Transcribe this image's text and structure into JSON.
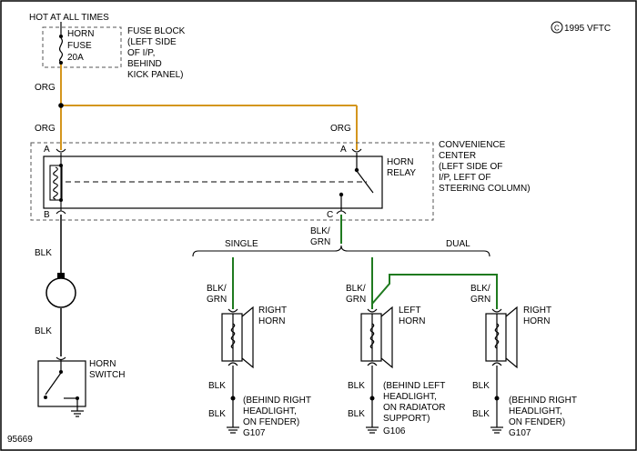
{
  "header": {
    "hot": "HOT AT ALL TIMES",
    "copyright": "1995 VFTC"
  },
  "fuse": {
    "name": "HORN",
    "type": "FUSE",
    "rating": "20A"
  },
  "fuse_block": {
    "lines": [
      "FUSE BLOCK",
      "(LEFT SIDE",
      "OF I/P,",
      "BEHIND",
      "KICK PANEL)"
    ]
  },
  "wires": {
    "org": "ORG",
    "blk": "BLK",
    "blk_grn_a": "BLK/",
    "blk_grn_b": "GRN"
  },
  "convenience_center": {
    "lines": [
      "CONVENIENCE",
      "CENTER",
      "(LEFT SIDE OF",
      "I/P, LEFT OF",
      "STEERING COLUMN)"
    ]
  },
  "relay": {
    "lines": [
      "HORN",
      "RELAY"
    ]
  },
  "pins": {
    "a": "A",
    "b": "B",
    "c": "C"
  },
  "branches": {
    "single": "SINGLE",
    "dual": "DUAL"
  },
  "horn_switch": {
    "lines": [
      "HORN",
      "SWITCH"
    ]
  },
  "horns": {
    "right": [
      "RIGHT",
      "HORN"
    ],
    "left": [
      "LEFT",
      "HORN"
    ]
  },
  "locations": {
    "right": [
      "(BEHIND RIGHT",
      "HEADLIGHT,",
      "ON FENDER)"
    ],
    "left": [
      "(BEHIND LEFT",
      "HEADLIGHT,",
      "ON RADIATOR",
      "SUPPORT)"
    ]
  },
  "grounds": {
    "g107": "G107",
    "g106": "G106"
  },
  "footer": {
    "diagram_id": "95669"
  },
  "colors": {
    "org": "#d4961e",
    "grn": "#1f7a1f",
    "line": "#000000",
    "dash": "#555555"
  }
}
